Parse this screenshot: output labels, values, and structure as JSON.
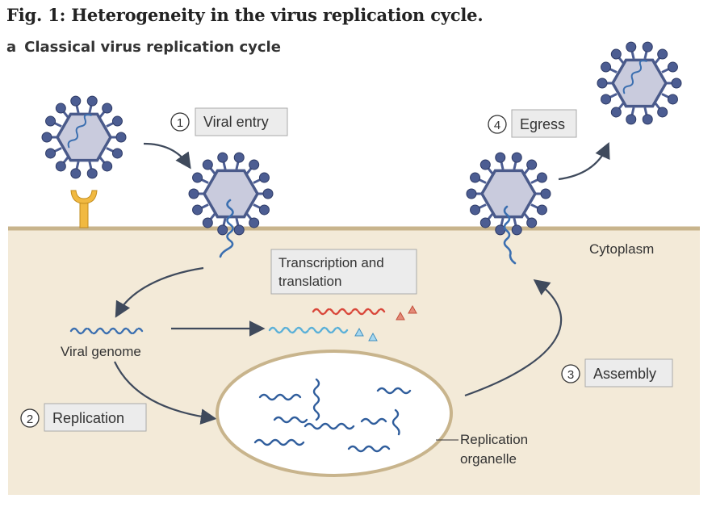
{
  "figure": {
    "title": "Fig. 1: Heterogeneity in the virus replication cycle.",
    "panel_letter": "a",
    "panel_title": "Classical virus replication cycle"
  },
  "steps": [
    {
      "number": "1",
      "label": "Viral entry"
    },
    {
      "number": "2",
      "label": "Replication"
    },
    {
      "number": "3",
      "label": "Assembly"
    },
    {
      "number": "4",
      "label": "Egress"
    }
  ],
  "labels": {
    "cytoplasm": "Cytoplasm",
    "transcription_line1": "Transcription and",
    "transcription_line2": "translation",
    "viral_genome": "Viral genome",
    "organelle_line1": "Replication",
    "organelle_line2": "organelle"
  },
  "colors": {
    "cytoplasm": "#f3ead8",
    "membrane": "#c8b48c",
    "capsid_fill": "#c9cbdd",
    "capsid_stroke": "#4a5a8a",
    "spike": "#4c5d92",
    "receptor": "#f1b941",
    "rna_blue": "#3b6fb0",
    "rna_red": "#d9473a",
    "rna_cyan": "#5ab0d8",
    "arrow": "#3f4a5c"
  }
}
